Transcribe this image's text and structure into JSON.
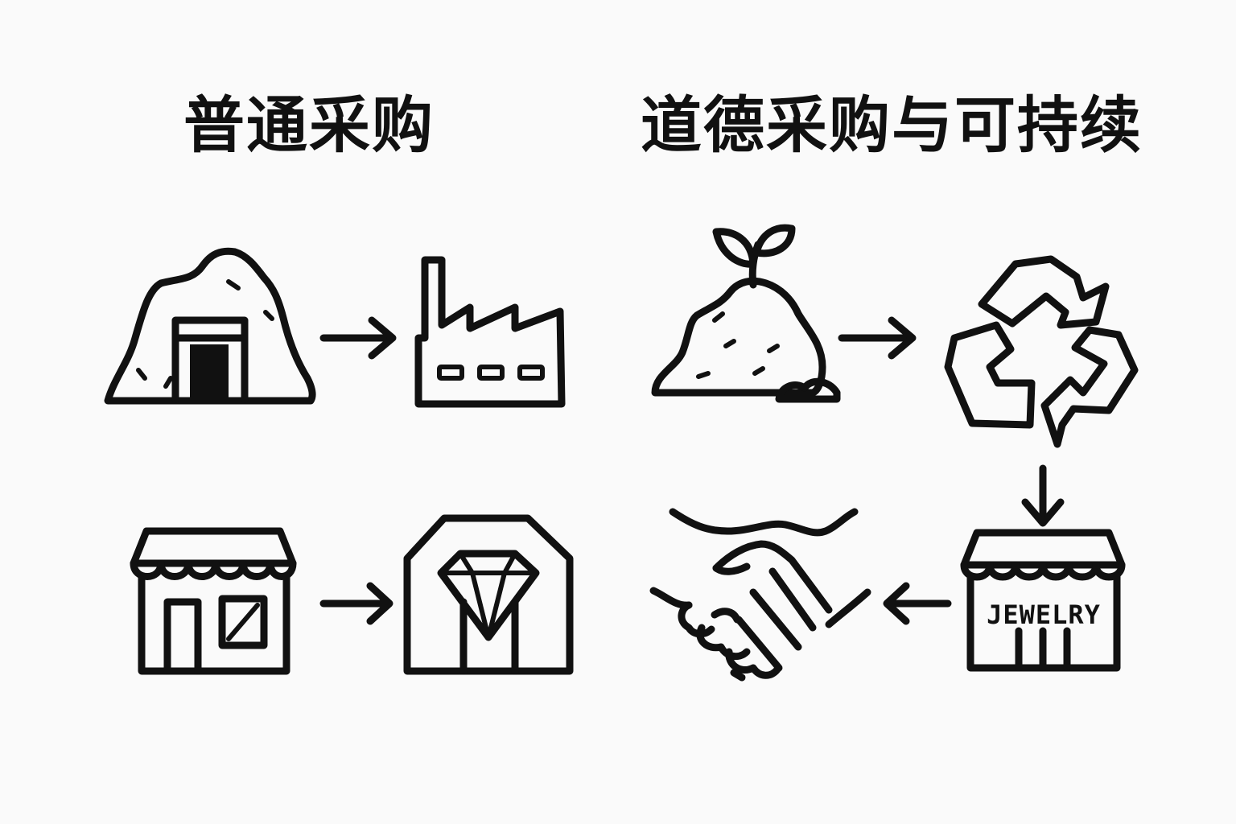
{
  "titles": {
    "left": "普通采购",
    "right": "道德采购与可持续"
  },
  "flows": {
    "conventional": [
      {
        "icon": "mine-icon"
      },
      {
        "icon": "factory-icon"
      },
      {
        "icon": "jewelry-box-icon"
      },
      {
        "icon": "store-icon"
      }
    ],
    "ethical": [
      {
        "icon": "soil-sprout-icon"
      },
      {
        "icon": "recycle-icon"
      },
      {
        "icon": "jewelry-store-icon"
      },
      {
        "icon": "handshake-icon"
      }
    ]
  },
  "store_sign": "JEWELRY",
  "colors": {
    "ink": "#111111",
    "background": "#fafafa"
  }
}
